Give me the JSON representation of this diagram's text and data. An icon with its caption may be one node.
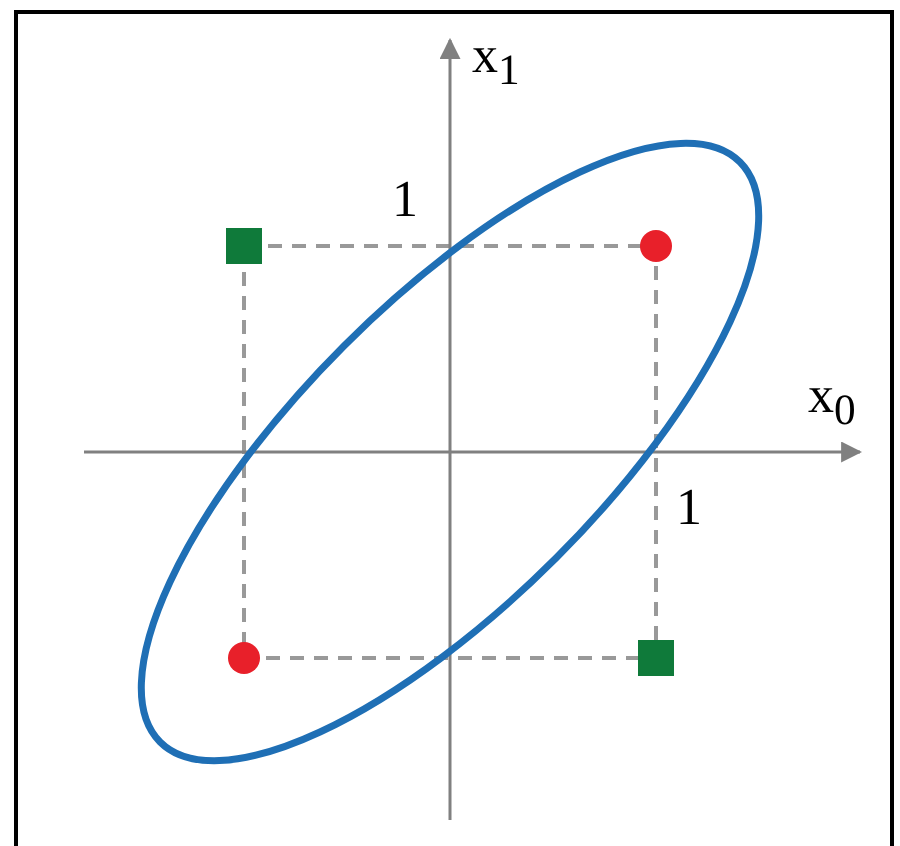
{
  "diagram": {
    "labels": [
      "x$_{1}$",
      "1",
      "x$_{0}$",
      "1"
    ]
  }
}
